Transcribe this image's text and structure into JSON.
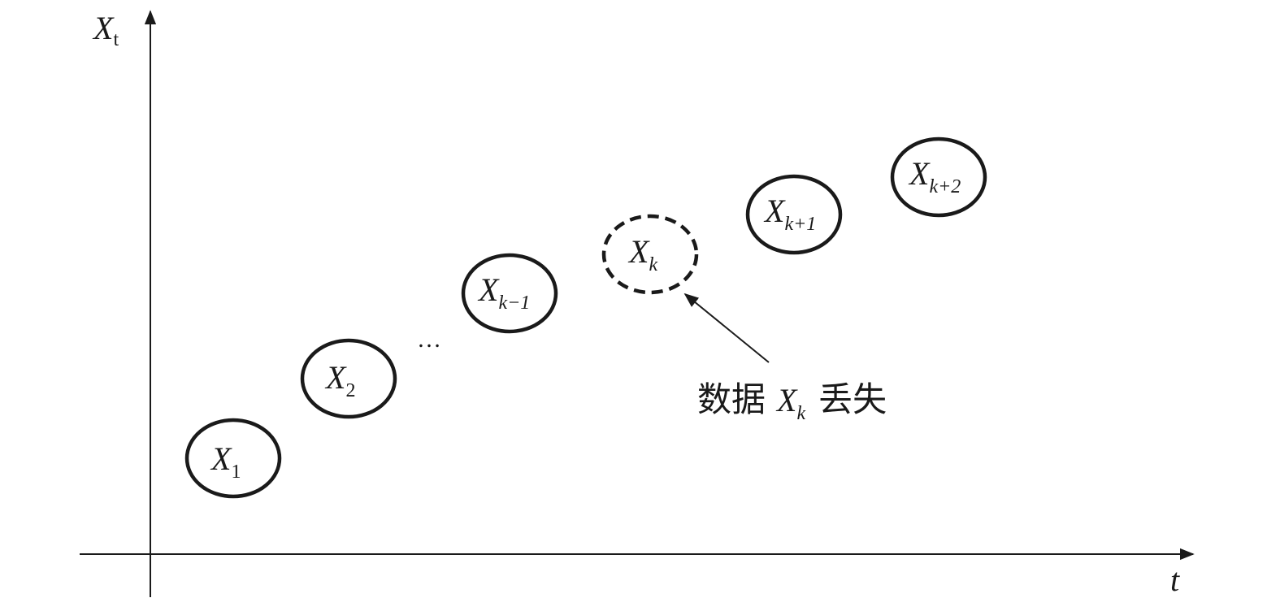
{
  "axes": {
    "y_label_main": "X",
    "y_label_sub": "t",
    "x_label": "t"
  },
  "nodes": [
    {
      "id": "x1",
      "main": "X",
      "sub": "1",
      "style": "solid"
    },
    {
      "id": "x2",
      "main": "X",
      "sub": "2",
      "style": "solid"
    },
    {
      "id": "xk-1",
      "main": "X",
      "sub": "k−1",
      "style": "solid"
    },
    {
      "id": "xk",
      "main": "X",
      "sub": "k",
      "style": "dashed"
    },
    {
      "id": "xk+1",
      "main": "X",
      "sub": "k+1",
      "style": "solid"
    },
    {
      "id": "xk+2",
      "main": "X",
      "sub": "k+2",
      "style": "solid"
    }
  ],
  "ellipsis": "…",
  "annotation": {
    "prefix": "数据",
    "var_main": "X",
    "var_sub": "k",
    "suffix": "丢失"
  }
}
